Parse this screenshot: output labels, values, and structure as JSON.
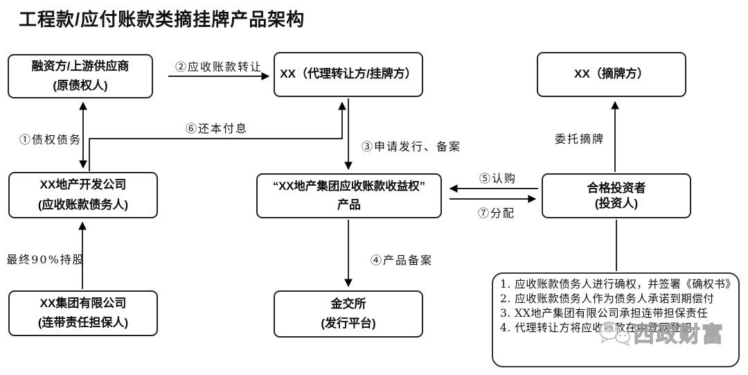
{
  "title": "工程款/应付账款类摘挂牌产品架构",
  "nodes": {
    "financier": {
      "line1": "融资方/上游供应商",
      "line2": "(原债权人)"
    },
    "agent": {
      "line1": "XX（代理转让方/挂牌方）"
    },
    "delister": {
      "line1": "XX（摘牌方）"
    },
    "developer": {
      "line1": "XX地产开发公司",
      "line2": "(应收账款债务人)"
    },
    "product": {
      "line1": "“XX地产集团应收账款收益权”",
      "line2": "产品"
    },
    "investor": {
      "line1": "合格投资者",
      "line2": "(投资人)"
    },
    "group": {
      "line1": "XX集团有限公司",
      "line2": "(连带责任担保人)"
    },
    "exchange": {
      "line1": "金交所",
      "line2": "(发行平台)"
    }
  },
  "edges": {
    "e1": "①债权债务",
    "e2": "②应收账款转让",
    "e3": "③申请发行、备案",
    "e4": "④产品备案",
    "e5": "⑤认购",
    "e6": "⑥还本付息",
    "e7": "⑦分配",
    "entrust": "委托摘牌",
    "holding": "最终90%持股"
  },
  "note": {
    "items": [
      "1. 应收账款债务人进行确权，并签署《确权书》",
      "2. 应收账款债务人作为债务人承诺到期偿付",
      "3. XX地产集团有限公司承担连带担保责任",
      "4. 代理转让方将应收账款在中登网登记"
    ]
  },
  "watermark": {
    "text": "西政财富"
  },
  "colors": {
    "line": "#000000",
    "text": "#111111",
    "watermark_gray": "#9a9a9a"
  }
}
